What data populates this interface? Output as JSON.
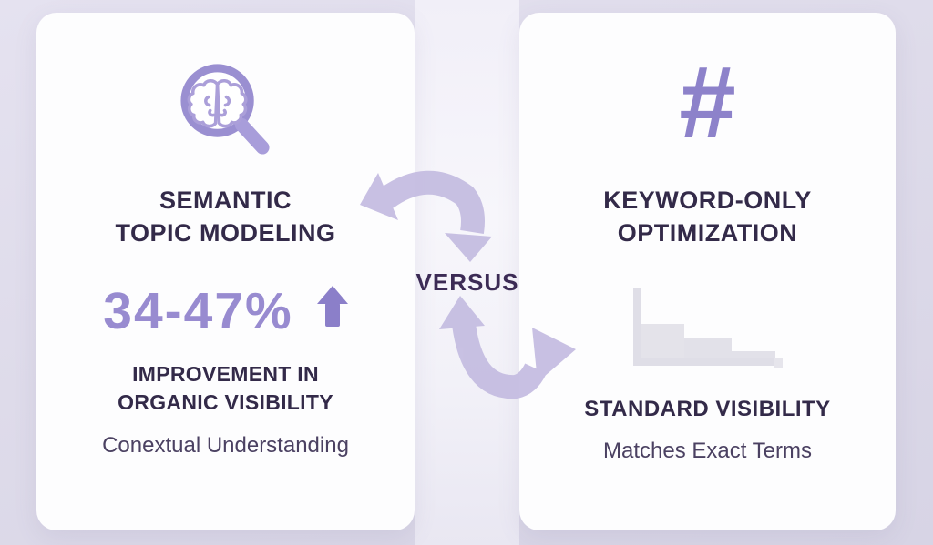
{
  "left_card": {
    "icon": "magnifier-brain-icon",
    "title_line1": "SEMANTIC",
    "title_line2": "TOPIC MODELING",
    "stat_value": "34-47%",
    "stat_trend_icon": "up-arrow-icon",
    "stat_label_line1": "IMPROVEMENT IN",
    "stat_label_line2": "ORGANIC VISIBILITY",
    "caption": "Conextual Understanding"
  },
  "divider": {
    "label": "VERSUS",
    "icon": "swap-arrows-icon"
  },
  "right_card": {
    "icon": "hashtag-icon",
    "icon_glyph": "#",
    "title_line1": "KEYWORD-ONLY",
    "title_line2": "OPTIMIZATION",
    "chart_icon": "declining-bar-chart-icon",
    "stat_label": "STANDARD VISIBILITY",
    "caption": "Matches Exact Terms"
  },
  "colors": {
    "background": "#dedbea",
    "card": "#fdfdfe",
    "title_text": "#332a49",
    "accent_purple": "#8d82ca",
    "stat_purple": "#988bd0",
    "arrow_lavender": "#c6bee2",
    "chart_gray": "#e2e1e9",
    "caption_text": "#4b4162",
    "versus_text": "#3c2b55"
  }
}
